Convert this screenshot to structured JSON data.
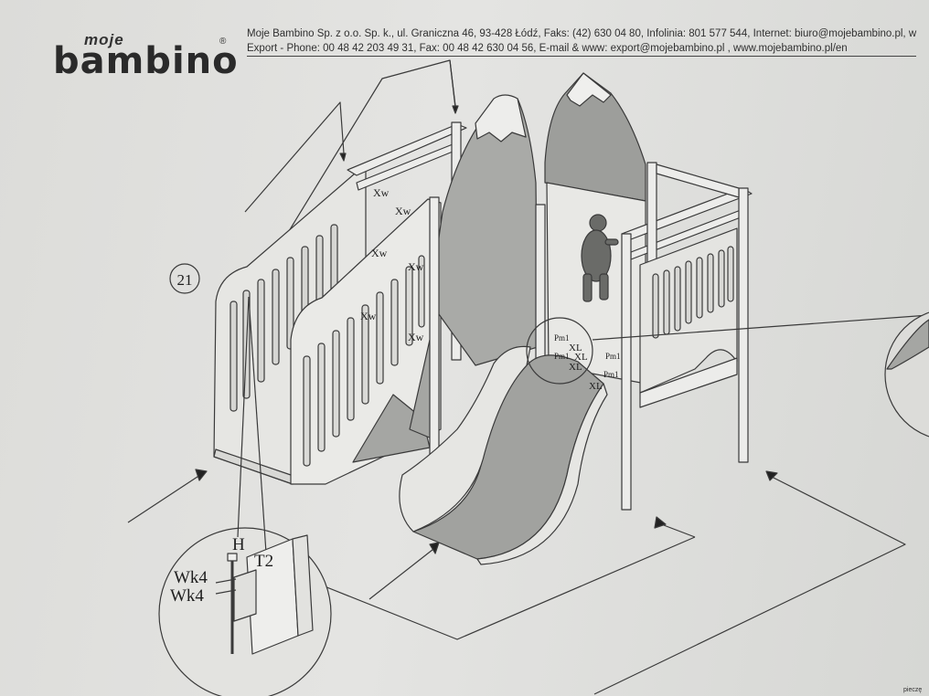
{
  "header": {
    "logo_small": "moje",
    "logo_main": "bambino",
    "logo_reg": "®",
    "line1": "Moje Bambino Sp. z o.o. Sp. k., ul. Graniczna 46, 93-428 Łódź, Faks: (42) 630 04 80, Infolinia: 801 577 544, Internet: biuro@mojebambino.pl, w",
    "line2": "Export - Phone: 00 48 42 203 49 31, Fax: 00 48 42 630 04 56, E-mail & www: export@mojebambino.pl , www.mojebambino.pl/en"
  },
  "step": {
    "number": "21"
  },
  "part_labels": {
    "xw1": "Xw",
    "xw2": "Xw",
    "xw3": "Xw",
    "xw4": "Xw",
    "xw5": "Xw",
    "xw6": "Xw",
    "pm1_a": "Pm1",
    "pm1_b": "Pm1",
    "pm1_c": "Pm1",
    "pm1_d": "Pm1",
    "xl1": "XL",
    "xl2": "XL",
    "xl3": "XL",
    "xl4": "XL"
  },
  "detail_labels": {
    "h": "H",
    "t2": "T2",
    "wk4_top": "Wk4",
    "wk4_bottom": "Wk4"
  },
  "corner_note": "pieczę"
}
